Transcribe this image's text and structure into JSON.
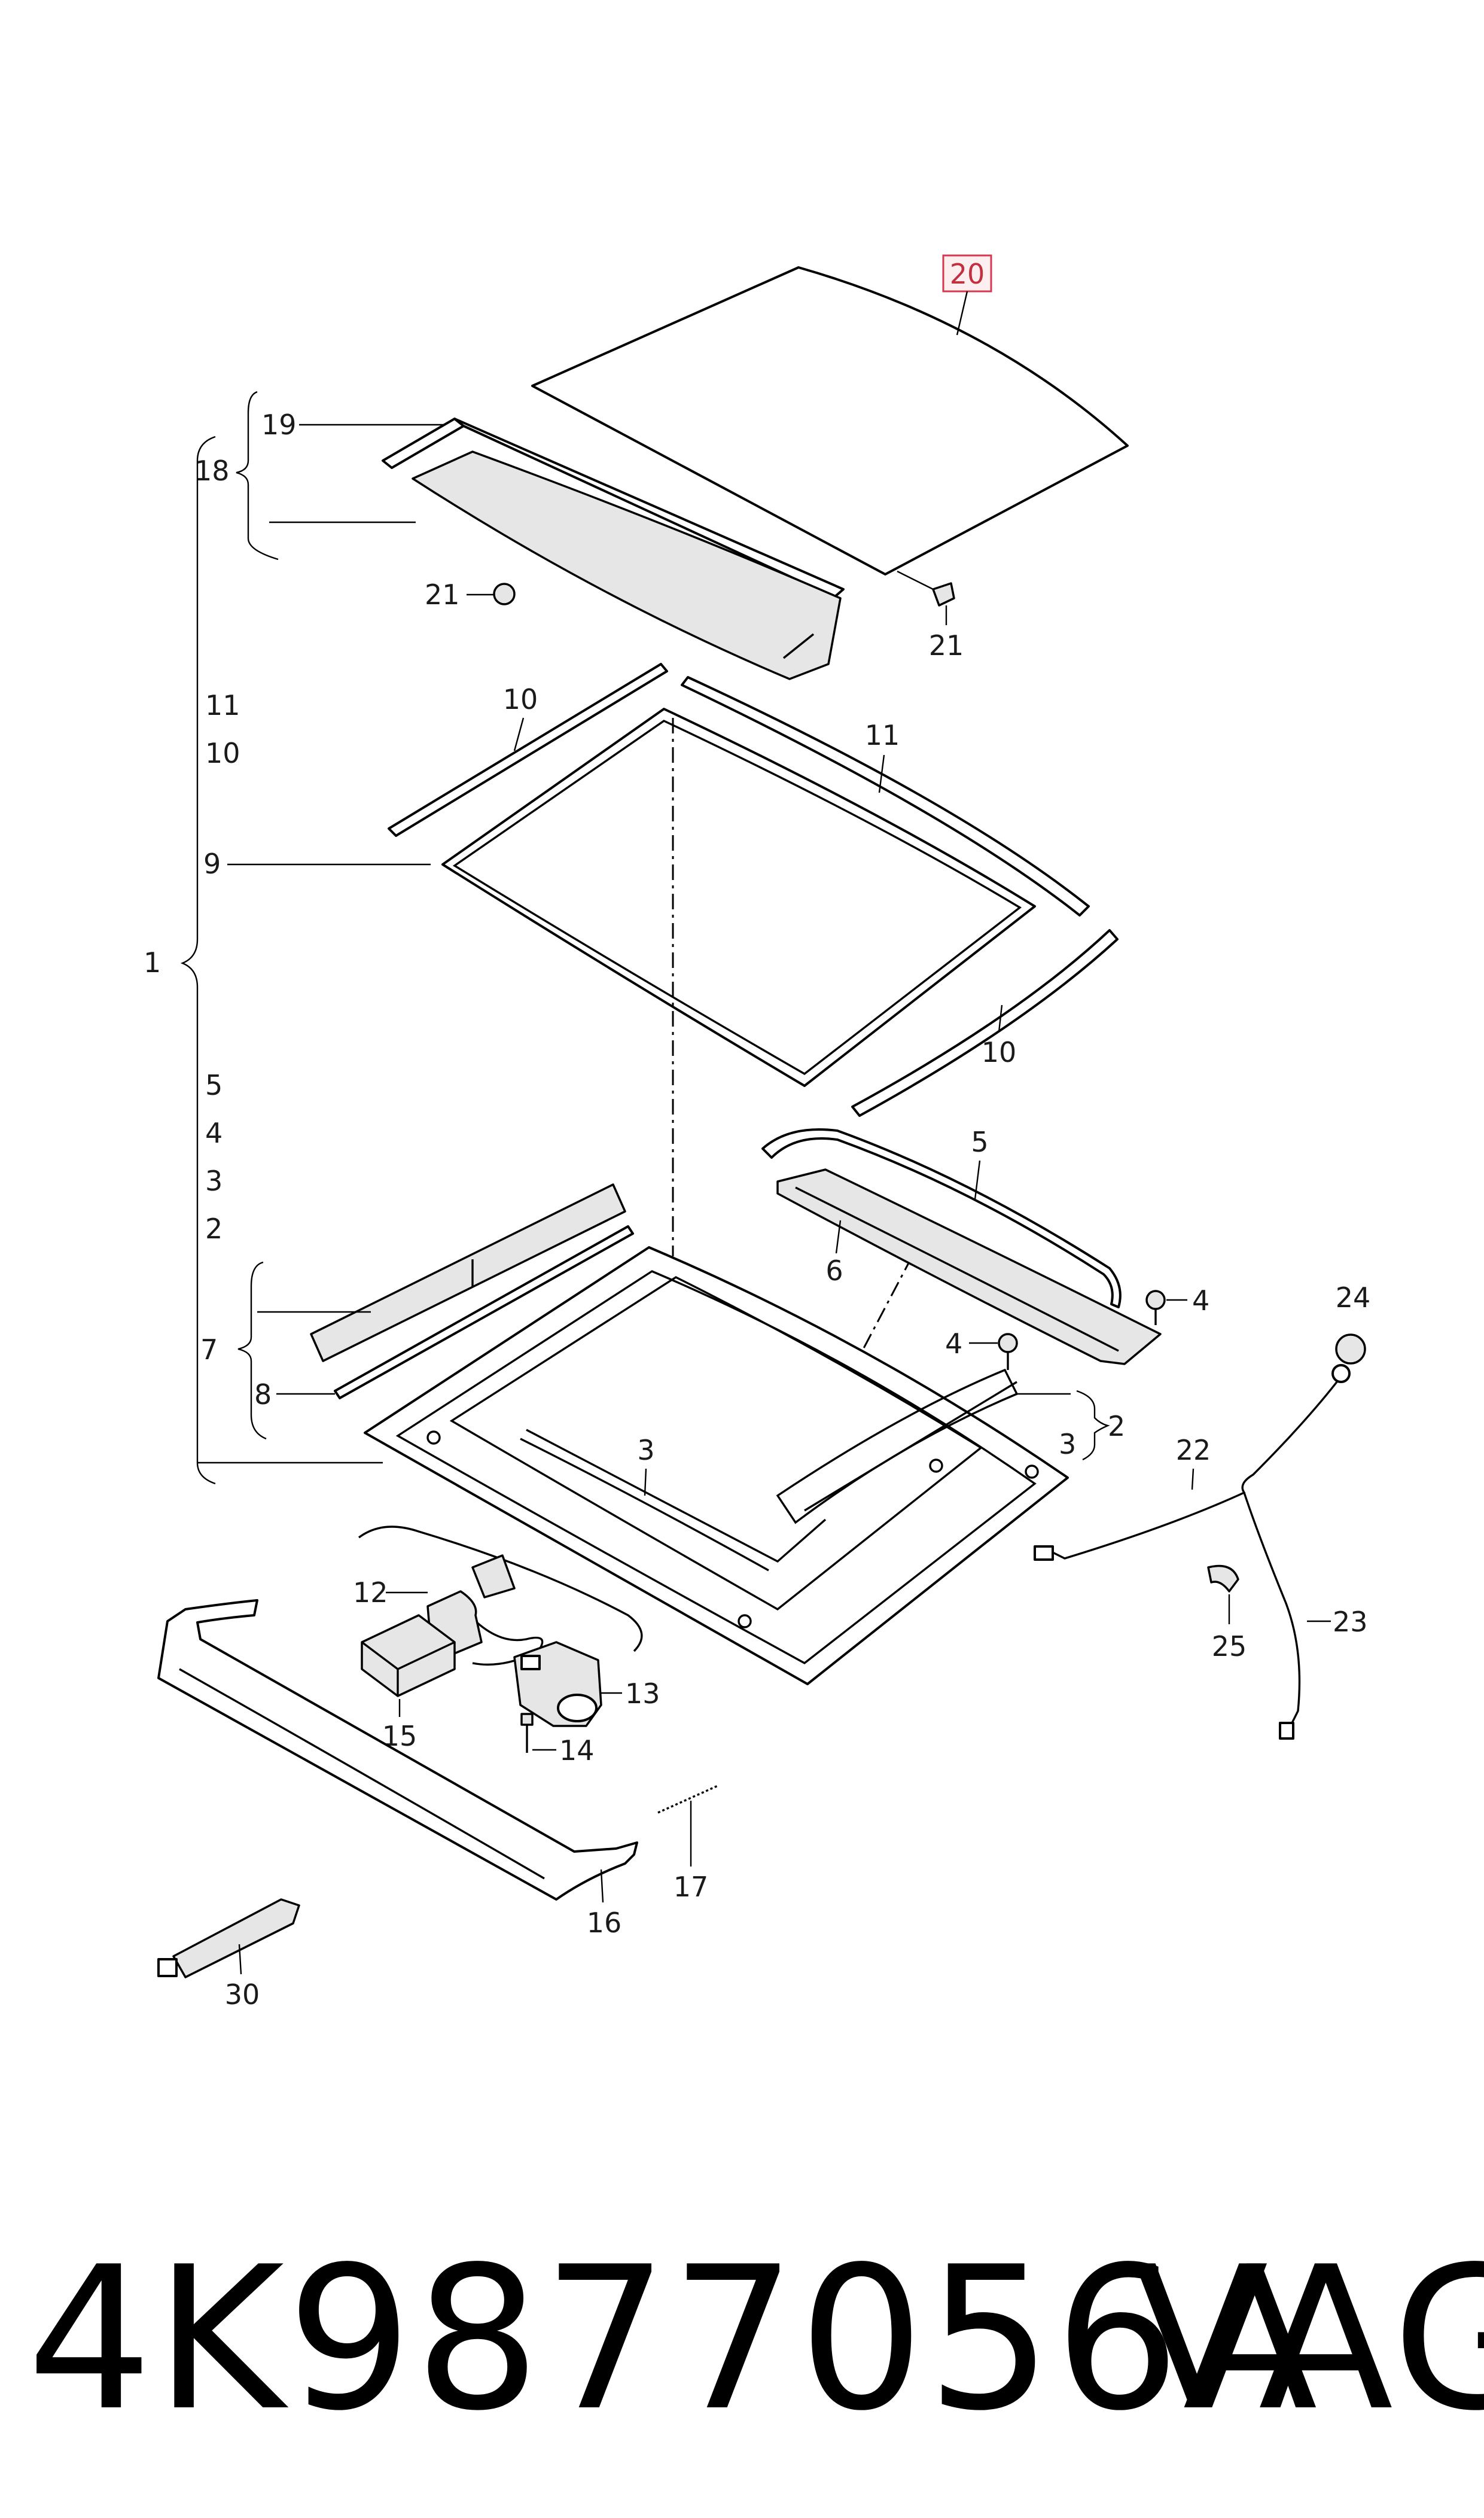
{
  "diagram": {
    "labels": {
      "l20": "20",
      "l19": "19",
      "l18": "18",
      "l21a": "21",
      "l21b": "21",
      "l11a": "11",
      "l10a": "10",
      "l10b": "10",
      "l11b": "11",
      "l9": "9",
      "l1": "1",
      "l10c": "10",
      "l5a": "5",
      "l4a": "4",
      "l3a": "3",
      "l2a": "2",
      "l5b": "5",
      "l6": "6",
      "l4b": "4",
      "l4c": "4",
      "l7": "7",
      "l8": "8",
      "l2b": "2",
      "l3b": "3",
      "l3c": "3",
      "l24": "24",
      "l22": "22",
      "l12": "12",
      "l15": "15",
      "l13": "13",
      "l14": "14",
      "l23": "23",
      "l25": "25",
      "l16": "16",
      "l17": "17",
      "l30": "30"
    },
    "highlighted_label": "20",
    "highlight_color": "#d23a52"
  },
  "footer": {
    "part_number": "4K9877056A",
    "brand": "VAG"
  }
}
